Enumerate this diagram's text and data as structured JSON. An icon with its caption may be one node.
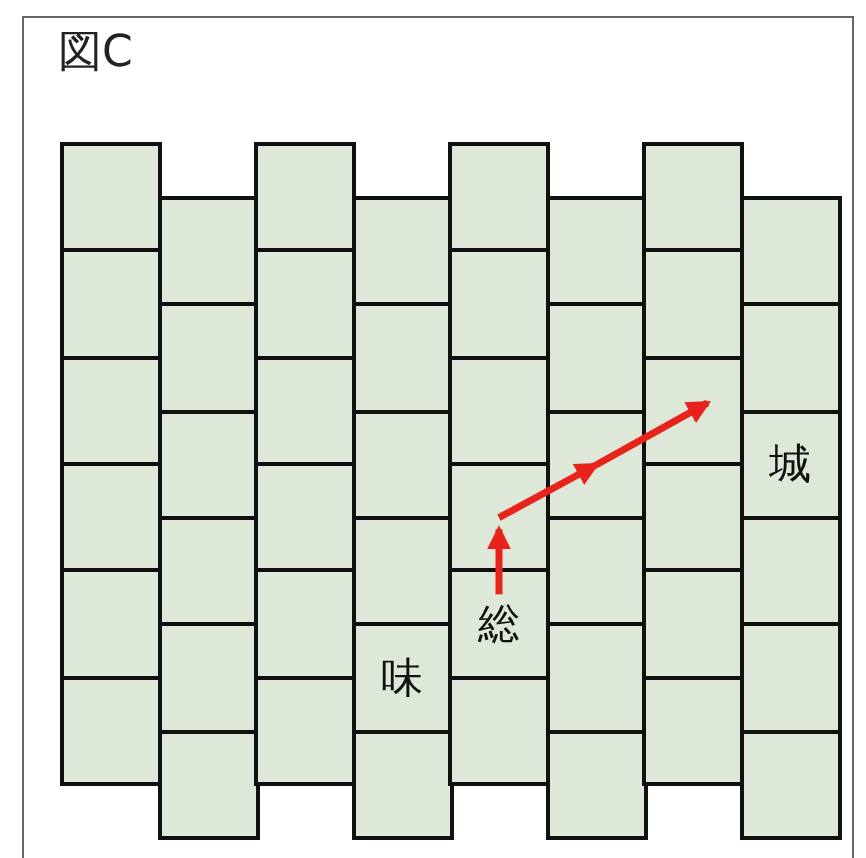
{
  "diagram": {
    "title": "図C",
    "nodes": [
      {
        "text": [],
        "shape": "box"
      },
      {
        "text": [],
        "shape": "box"
      },
      {
        "text": [],
        "shape": "box"
      },
      {
        "text": [],
        "shape": "box"
      },
      {
        "text": [],
        "shape": "box"
      },
      {
        "text": [],
        "shape": "box"
      },
      {
        "text": [],
        "shape": "box"
      },
      {
        "text": [],
        "shape": "box"
      },
      {
        "text": [],
        "shape": "box"
      },
      {
        "text": [],
        "shape": "box"
      },
      {
        "text": [],
        "shape": "box"
      },
      {
        "text": [],
        "shape": "box"
      },
      {
        "text": [],
        "shape": "box"
      },
      {
        "text": [],
        "shape": "box"
      },
      {
        "text": [],
        "shape": "box"
      },
      {
        "text": [],
        "shape": "box"
      },
      {
        "text": [],
        "shape": "box"
      },
      {
        "text": [],
        "shape": "box"
      },
      {
        "text": [],
        "shape": "box"
      },
      {
        "text": [],
        "shape": "box"
      },
      {
        "text": [],
        "shape": "box"
      },
      {
        "text": [],
        "shape": "box"
      },
      {
        "text": [
          "味"
        ]
      },
      {
        "text": [],
        "shape": "box"
      },
      {
        "text": [],
        "shape": "box"
      },
      {
        "text": [],
        "shape": "box"
      },
      {
        "text": [],
        "shape": "box"
      },
      {
        "text": [],
        "shape": "box"
      },
      {
        "text": [
          "総"
        ]
      },
      {
        "text": [],
        "shape": "box"
      },
      {
        "text": [],
        "shape": "box"
      },
      {
        "text": [],
        "shape": "box"
      },
      {
        "text": [],
        "shape": "box"
      },
      {
        "text": [],
        "shape": "box"
      },
      {
        "text": [],
        "shape": "box"
      },
      {
        "text": [],
        "shape": "box"
      },
      {
        "text": [],
        "shape": "box"
      },
      {
        "text": [],
        "shape": "box"
      },
      {
        "text": [],
        "shape": "box"
      },
      {
        "text": [],
        "shape": "box"
      },
      {
        "text": [],
        "shape": "box"
      },
      {
        "text": [],
        "shape": "box"
      },
      {
        "text": [],
        "shape": "box"
      },
      {
        "text": [],
        "shape": "box"
      },
      {
        "text": [
          "城"
        ]
      },
      {
        "text": [],
        "shape": "box"
      },
      {
        "text": [],
        "shape": "box"
      },
      {
        "text": [],
        "shape": "box"
      }
    ],
    "edges": [
      {
        "from": 28,
        "to": 27,
        "arrow": "to",
        "color": "#e8231c"
      },
      {
        "from": 27,
        "to": 32,
        "arrow": "to",
        "color": "#e8231c"
      },
      {
        "from": 32,
        "to": 38,
        "arrow": "to",
        "color": "#e8231c"
      }
    ]
  }
}
